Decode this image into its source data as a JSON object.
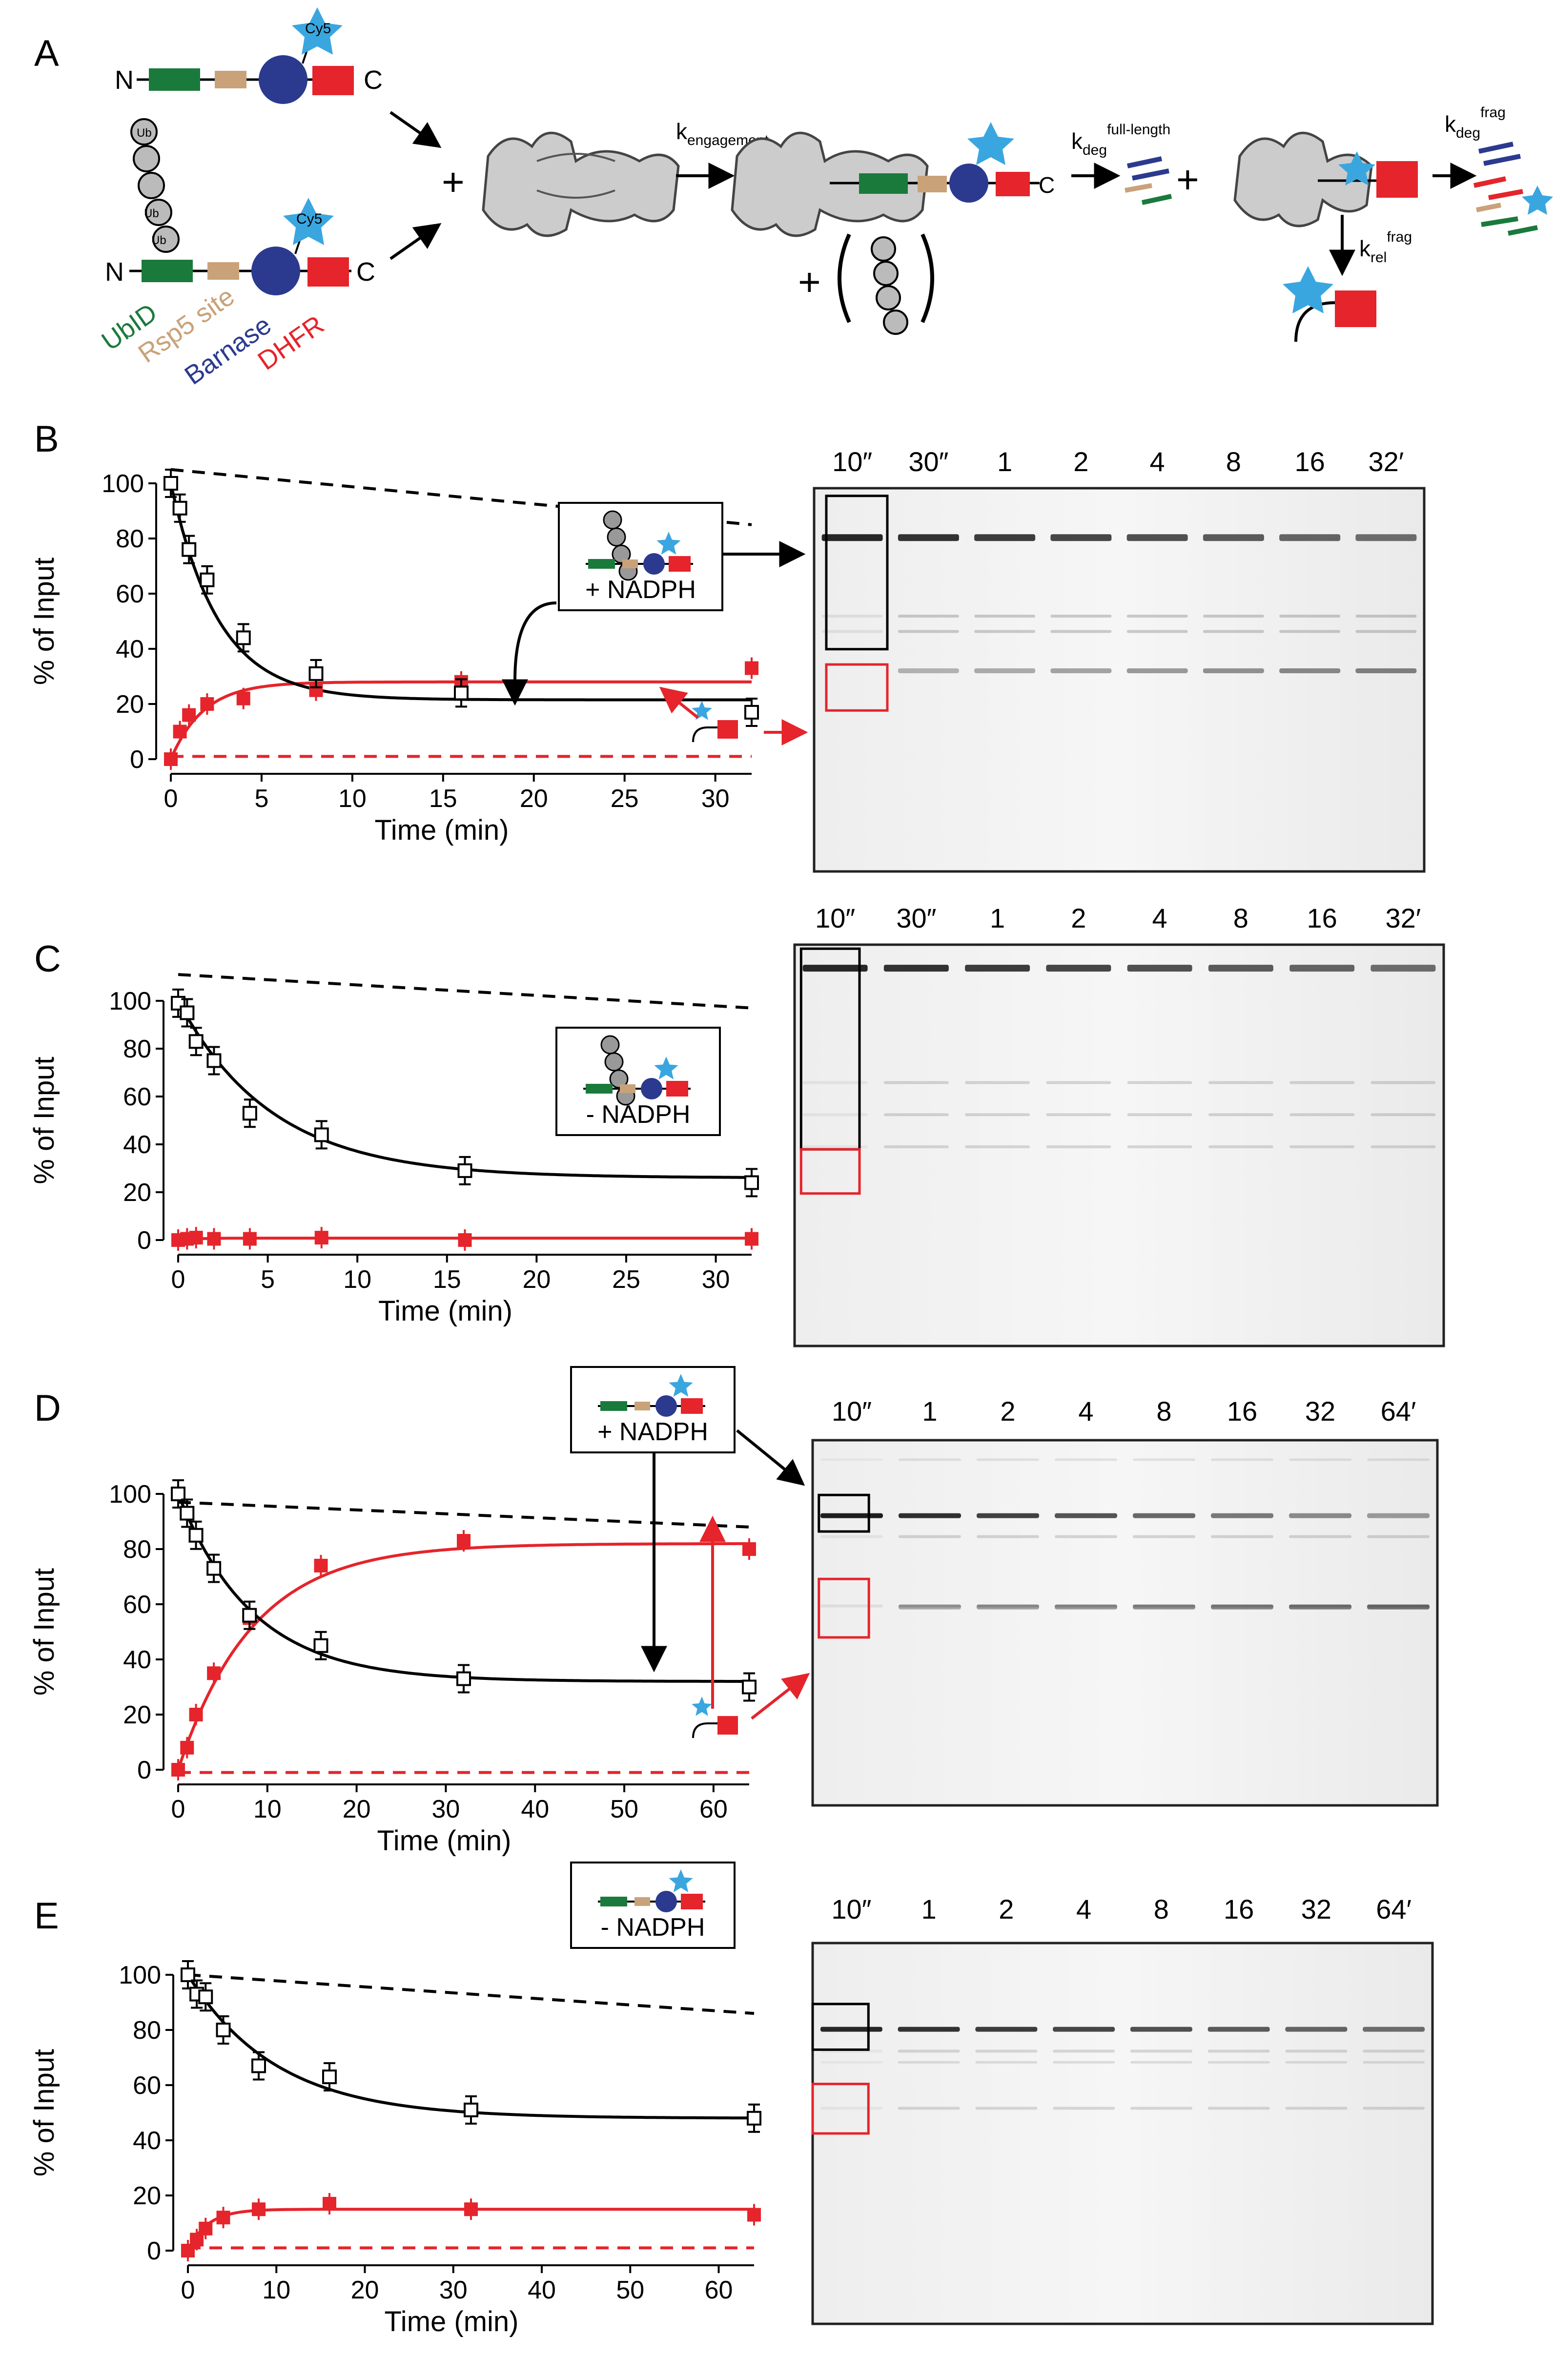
{
  "panel_letters": [
    "A",
    "B",
    "C",
    "D",
    "E"
  ],
  "schematic": {
    "n_label": "N",
    "c_label": "C",
    "cy5_label": "Cy5",
    "ub_label": "Ub",
    "plus": "+",
    "k_engagement": {
      "main": "k",
      "sub": "engagement"
    },
    "k_deg_full": {
      "main": "k",
      "sub": "deg",
      "sup": "full-length"
    },
    "k_deg_frag": {
      "main": "k",
      "sub": "deg",
      "sup": "frag"
    },
    "k_rel_frag": {
      "main": "k",
      "sub": "rel",
      "sup": "frag"
    },
    "domains": [
      {
        "label": "UbID",
        "color": "#1a7a3c"
      },
      {
        "label": "Rsp5 site",
        "color": "#c9a27a"
      },
      {
        "label": "Barnase",
        "color": "#2b3a8f"
      },
      {
        "label": "DHFR",
        "color": "#e5242b"
      }
    ],
    "cy5_star_color": "#3aa6e0"
  },
  "colors": {
    "full_length": "#000000",
    "fragment": "#e5242b",
    "star": "#3aa6e0"
  },
  "chart_data": [
    {
      "panel": "B",
      "type": "line",
      "xlabel": "Time (min)",
      "ylabel": "% of Input",
      "xlim": [
        0,
        32
      ],
      "ylim": [
        0,
        100
      ],
      "xticks": [
        0,
        5,
        10,
        15,
        20,
        25,
        30
      ],
      "yticks": [
        0,
        20,
        40,
        60,
        80,
        100
      ],
      "legend_text": "+ NADPH",
      "legend_ub": true,
      "series": [
        {
          "role": "full-length",
          "x": [
            0,
            0.5,
            1,
            2,
            4,
            8,
            16,
            32
          ],
          "y": [
            100,
            91,
            76,
            65,
            44,
            31,
            24,
            17
          ]
        },
        {
          "role": "fragment",
          "x": [
            0,
            0.5,
            1,
            2,
            4,
            8,
            16,
            32
          ],
          "y": [
            0,
            10,
            16,
            20,
            22,
            25,
            28,
            33
          ]
        },
        {
          "role": "full-length-fit",
          "model": "exp",
          "y0": 100,
          "plateau": 21.5,
          "k": 0.38
        },
        {
          "role": "fragment-fit",
          "model": "rise",
          "plateau": 28,
          "k": 0.55
        },
        {
          "role": "total-dashed",
          "x": [
            0,
            32
          ],
          "y": [
            105,
            85
          ]
        },
        {
          "role": "baseline-dashed",
          "x": [
            0,
            32
          ],
          "y": [
            1,
            1
          ]
        }
      ],
      "gel": {
        "lanes": [
          "10″",
          "30″",
          "1",
          "2",
          "4",
          "8",
          "16",
          "32′"
        ]
      }
    },
    {
      "panel": "C",
      "type": "line",
      "xlabel": "Time (min)",
      "ylabel": "% of Input",
      "xlim": [
        0,
        32
      ],
      "ylim": [
        0,
        100
      ],
      "xticks": [
        0,
        5,
        10,
        15,
        20,
        25,
        30
      ],
      "yticks": [
        0,
        20,
        40,
        60,
        80,
        100
      ],
      "legend_text": "- NADPH",
      "legend_ub": true,
      "series": [
        {
          "role": "full-length",
          "x": [
            0,
            0.5,
            1,
            2,
            4,
            8,
            16,
            32
          ],
          "y": [
            99,
            95,
            83,
            75,
            53,
            44,
            29,
            24
          ]
        },
        {
          "role": "fragment",
          "x": [
            0,
            0.5,
            1,
            2,
            4,
            8,
            16,
            32
          ],
          "y": [
            0,
            0.5,
            1,
            0.5,
            0.5,
            1,
            0,
            0.5
          ]
        },
        {
          "role": "full-length-fit",
          "model": "exp",
          "y0": 100,
          "plateau": 26,
          "k": 0.19
        },
        {
          "role": "fragment-fit",
          "model": "rise",
          "plateau": 0.8,
          "k": 1.0
        },
        {
          "role": "total-dashed",
          "x": [
            0,
            32
          ],
          "y": [
            111,
            97
          ]
        }
      ],
      "gel": {
        "lanes": [
          "10″",
          "30″",
          "1",
          "2",
          "4",
          "8",
          "16",
          "32′"
        ]
      }
    },
    {
      "panel": "D",
      "type": "line",
      "xlabel": "Time (min)",
      "ylabel": "% of Input",
      "xlim": [
        0,
        64
      ],
      "ylim": [
        0,
        100
      ],
      "xticks": [
        0,
        10,
        20,
        30,
        40,
        50,
        60
      ],
      "yticks": [
        0,
        20,
        40,
        60,
        80,
        100
      ],
      "legend_text": "+ NADPH",
      "legend_ub": false,
      "series": [
        {
          "role": "full-length",
          "x": [
            0,
            1,
            2,
            4,
            8,
            16,
            32,
            64
          ],
          "y": [
            100,
            93,
            85,
            73,
            56,
            45,
            33,
            30
          ]
        },
        {
          "role": "fragment",
          "x": [
            0,
            1,
            2,
            4,
            8,
            16,
            32,
            64
          ],
          "y": [
            0,
            8,
            20,
            35,
            55,
            74,
            83,
            80
          ]
        },
        {
          "role": "full-length-fit",
          "model": "exp",
          "y0": 100,
          "plateau": 32,
          "k": 0.12
        },
        {
          "role": "fragment-fit",
          "model": "rise",
          "plateau": 82,
          "k": 0.12
        },
        {
          "role": "total-dashed",
          "x": [
            0,
            64
          ],
          "y": [
            97,
            88
          ]
        },
        {
          "role": "baseline-dashed",
          "x": [
            0,
            64
          ],
          "y": [
            -1,
            -1
          ]
        }
      ],
      "gel": {
        "lanes": [
          "10″",
          "1",
          "2",
          "4",
          "8",
          "16",
          "32",
          "64′"
        ]
      }
    },
    {
      "panel": "E",
      "type": "line",
      "xlabel": "Time (min)",
      "ylabel": "% of Input",
      "xlim": [
        0,
        64
      ],
      "ylim": [
        0,
        100
      ],
      "xticks": [
        0,
        10,
        20,
        30,
        40,
        50,
        60
      ],
      "yticks": [
        0,
        20,
        40,
        60,
        80,
        100
      ],
      "legend_text": "- NADPH",
      "legend_ub": false,
      "series": [
        {
          "role": "full-length",
          "x": [
            0,
            1,
            2,
            4,
            8,
            16,
            32,
            64
          ],
          "y": [
            100,
            93,
            92,
            80,
            67,
            63,
            51,
            48
          ]
        },
        {
          "role": "fragment",
          "x": [
            0,
            1,
            2,
            4,
            8,
            16,
            32,
            64
          ],
          "y": [
            0,
            4,
            8,
            12,
            15,
            17,
            15,
            13
          ]
        },
        {
          "role": "full-length-fit",
          "model": "exp",
          "y0": 100,
          "plateau": 48,
          "k": 0.1
        },
        {
          "role": "fragment-fit",
          "model": "rise",
          "plateau": 15,
          "k": 0.45
        },
        {
          "role": "total-dashed",
          "x": [
            0,
            64
          ],
          "y": [
            100,
            86
          ]
        },
        {
          "role": "baseline-dashed",
          "x": [
            0,
            64
          ],
          "y": [
            1,
            1
          ]
        }
      ],
      "gel": {
        "lanes": [
          "10″",
          "1",
          "2",
          "4",
          "8",
          "16",
          "32",
          "64′"
        ]
      }
    }
  ]
}
